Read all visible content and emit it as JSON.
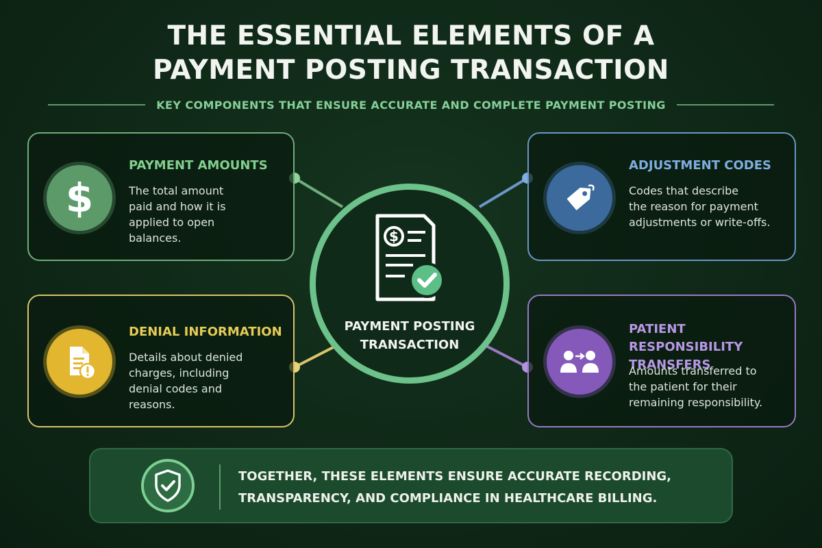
{
  "header": {
    "title_line1": "THE ESSENTIAL ELEMENTS OF A",
    "title_line2": "PAYMENT POSTING TRANSACTION",
    "subtitle": "KEY COMPONENTS THAT ENSURE ACCURATE AND COMPLETE PAYMENT POSTING"
  },
  "center": {
    "label_line1": "PAYMENT POSTING",
    "label_line2": "TRANSACTION",
    "icon": "document-check-icon",
    "color": "#6cc28a"
  },
  "cards": [
    {
      "id": "payment-amounts",
      "title": "PAYMENT AMOUNTS",
      "description": [
        "The total amount",
        "paid and how it is",
        "applied to open",
        "balances."
      ],
      "icon": "dollar-icon",
      "color": "#6fae7b"
    },
    {
      "id": "adjustment-codes",
      "title": "ADJUSTMENT CODES",
      "description": [
        "Codes that describe",
        "the reason for payment",
        "adjustments or write-offs."
      ],
      "icon": "tag-icon",
      "color": "#6b97c6"
    },
    {
      "id": "denial-information",
      "title": "DENIAL INFORMATION",
      "description": [
        "Details about denied",
        "charges, including",
        "denial codes and",
        "reasons."
      ],
      "icon": "document-alert-icon",
      "color": "#d9c46c"
    },
    {
      "id": "patient-responsibility-transfers",
      "title_line1": "PATIENT RESPONSIBILITY",
      "title_line2": "TRANSFERS",
      "description": [
        "Amounts transferred to",
        "the patient for their",
        "remaining responsibility."
      ],
      "icon": "people-transfer-icon",
      "color": "#9a79c6"
    }
  ],
  "footer": {
    "line1": "TOGETHER, THESE ELEMENTS ENSURE ACCURATE RECORDING,",
    "line2": "TRANSPARENCY, AND COMPLIANCE IN HEALTHCARE BILLING.",
    "icon": "shield-check-icon"
  }
}
